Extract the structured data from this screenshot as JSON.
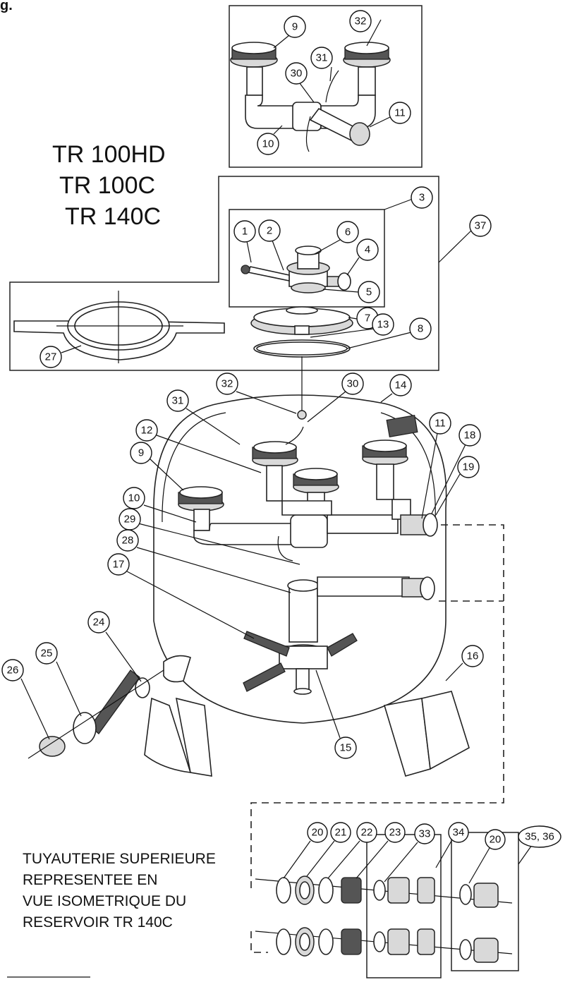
{
  "header_fragment": "g.",
  "models": [
    "TR 100HD",
    "TR 100C",
    "TR 140C"
  ],
  "note_lines": [
    "TUYAUTERIE SUPERIEURE",
    "REPRESENTEE EN",
    "VUE ISOMETRIQUE DU",
    "RESERVOIR TR 140C"
  ],
  "callouts": {
    "c9_top": "9",
    "c32_top": "32",
    "c31_top": "31",
    "c30_top": "30",
    "c11_top": "11",
    "c10_top": "10",
    "c3": "3",
    "c37": "37",
    "c1": "1",
    "c2": "2",
    "c6": "6",
    "c4": "4",
    "c5": "5",
    "c7": "7",
    "c13": "13",
    "c8": "8",
    "c27": "27",
    "c32": "32",
    "c30": "30",
    "c14": "14",
    "c31": "31",
    "c12": "12",
    "c11": "11",
    "c18": "18",
    "c9": "9",
    "c19": "19",
    "c10": "10",
    "c29": "29",
    "c28": "28",
    "c17": "17",
    "c24": "24",
    "c25": "25",
    "c26": "26",
    "c16": "16",
    "c15": "15",
    "c20a": "20",
    "c21": "21",
    "c22": "22",
    "c23": "23",
    "c33": "33",
    "c34": "34",
    "c20b": "20",
    "c3536": "35, 36"
  }
}
